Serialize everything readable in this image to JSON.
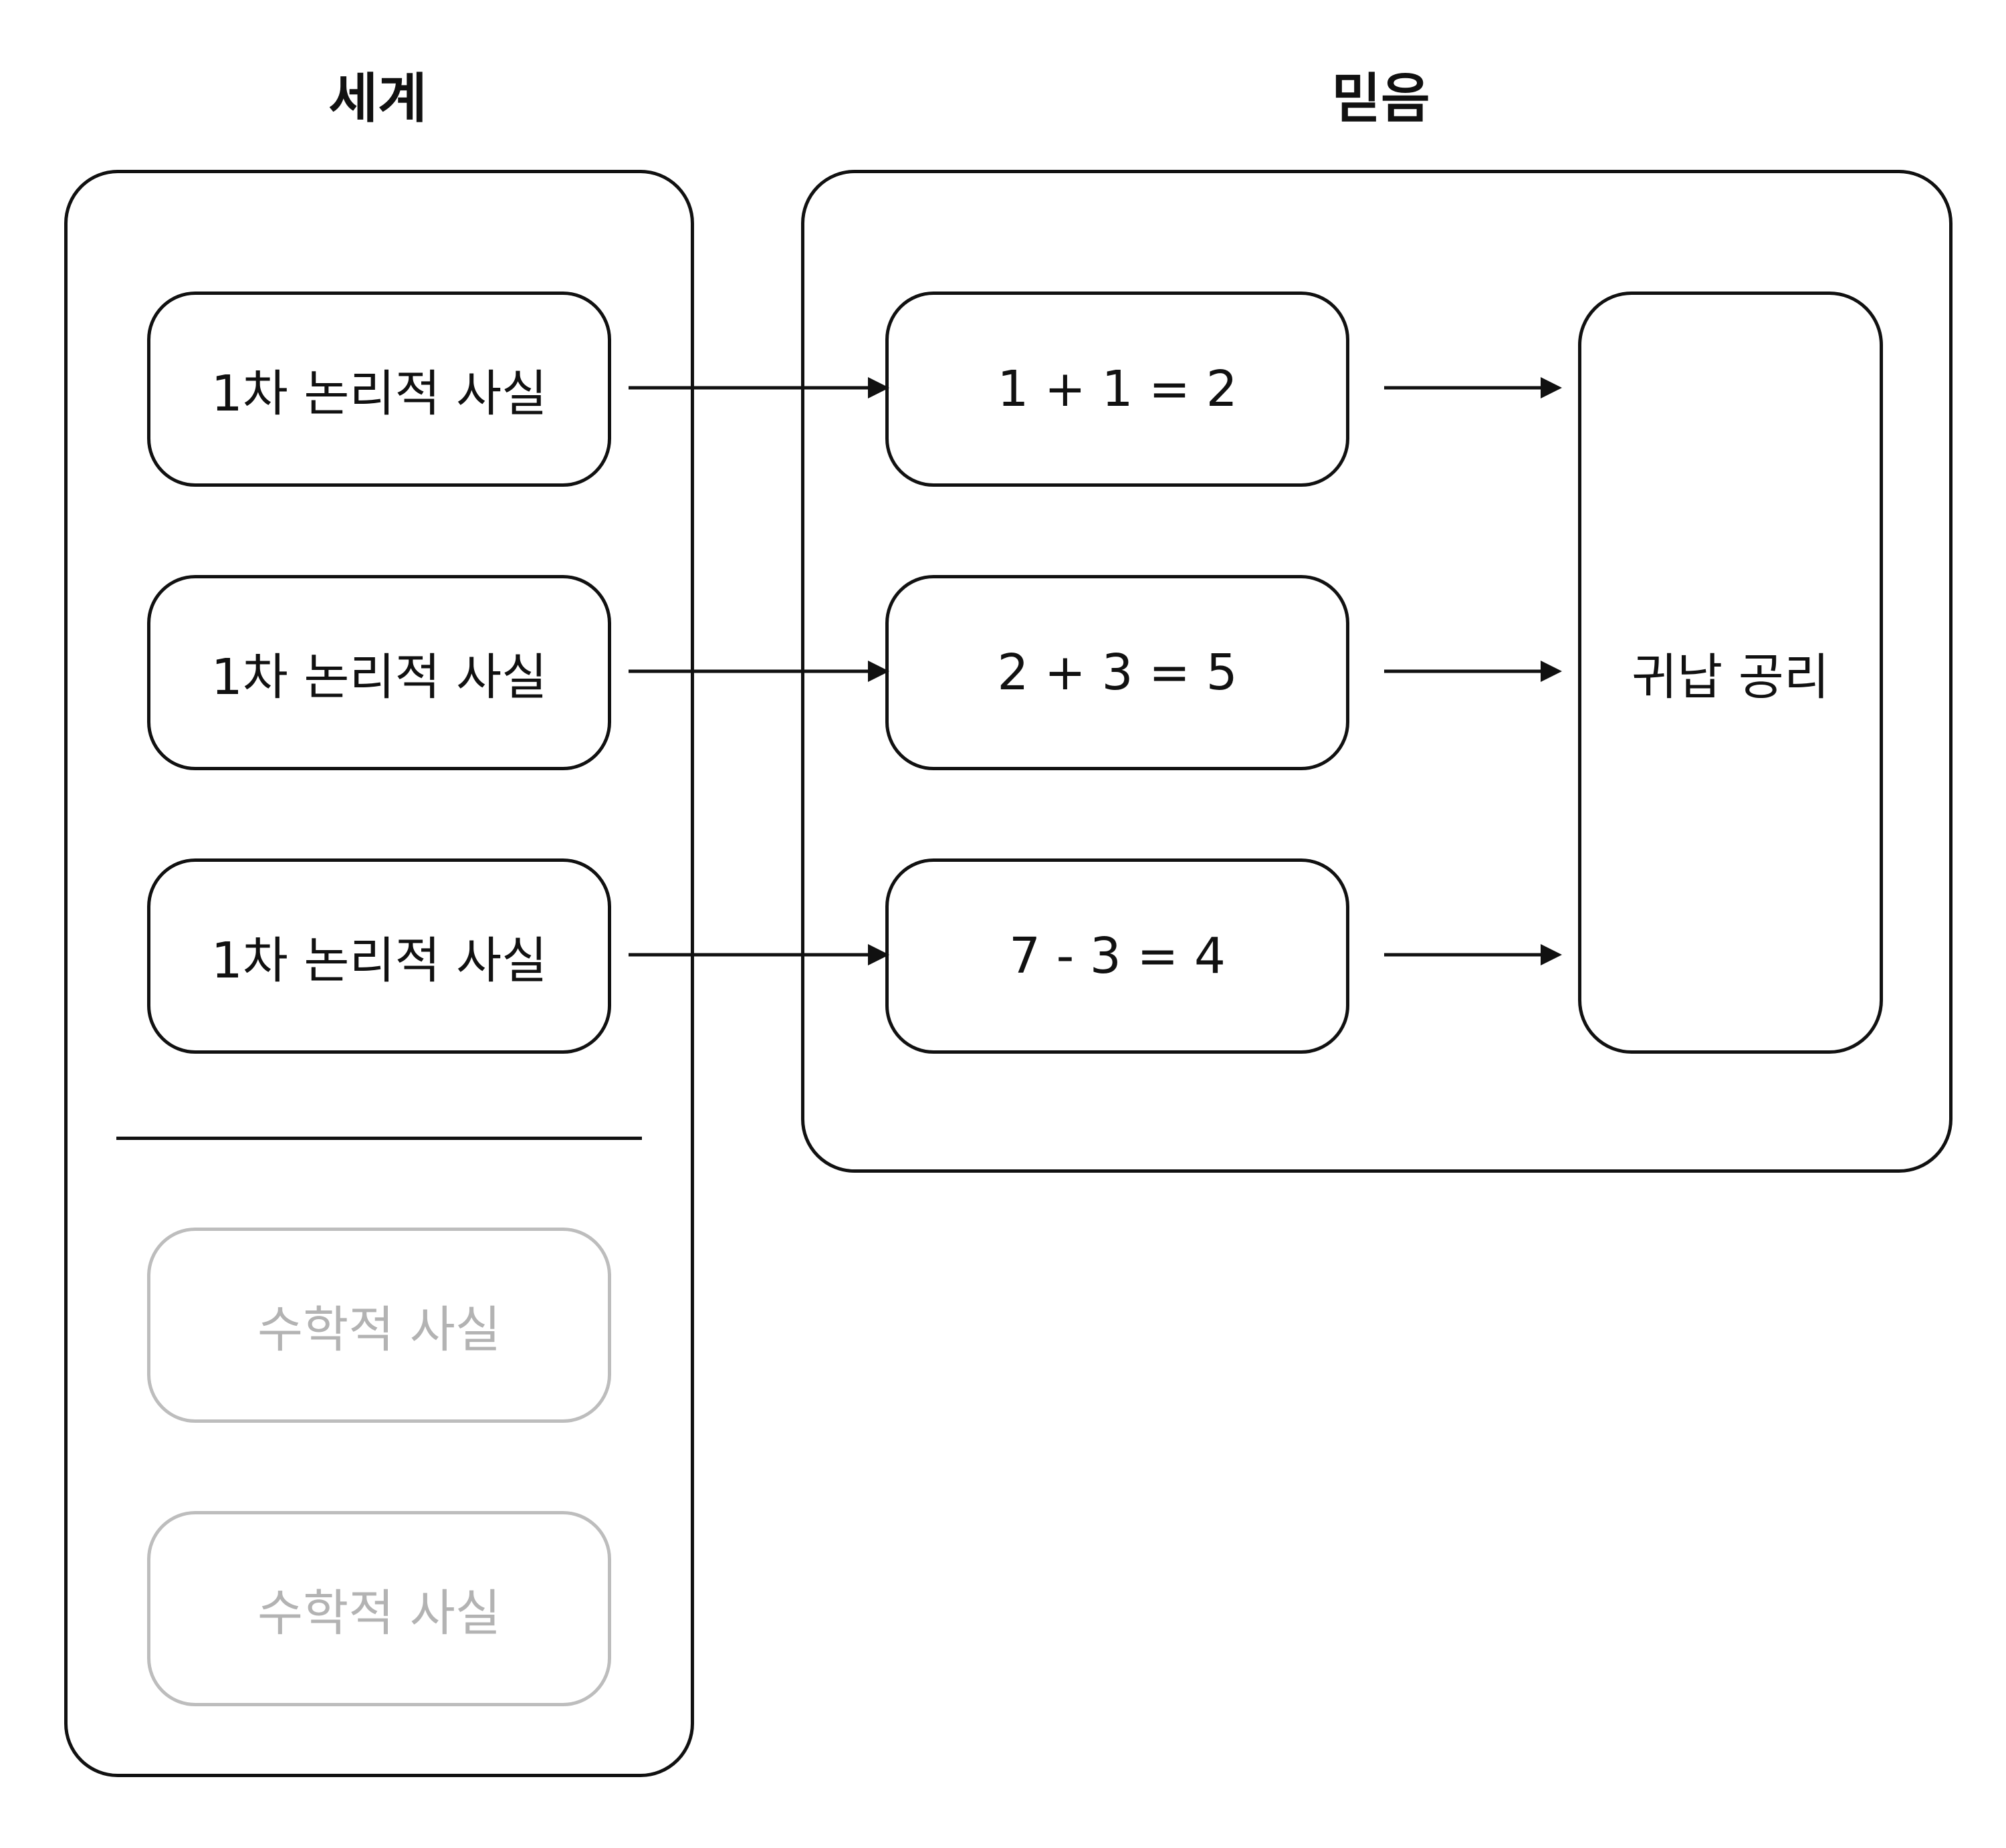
{
  "world": {
    "title": "세계",
    "facts": [
      "1차 논리적 사실",
      "1차 논리적 사실",
      "1차 논리적 사실"
    ],
    "math_facts": [
      "수학적 사실",
      "수학적 사실"
    ]
  },
  "belief": {
    "title": "믿음",
    "equations": [
      "1 + 1 = 2",
      "2 + 3 = 5",
      "7 - 3 = 4"
    ],
    "conclusion": "귀납 공리"
  },
  "colors": {
    "stroke": "#111111",
    "muted_stroke": "#bdbdbd",
    "muted_text": "#b3b3b3",
    "background": "#ffffff"
  }
}
